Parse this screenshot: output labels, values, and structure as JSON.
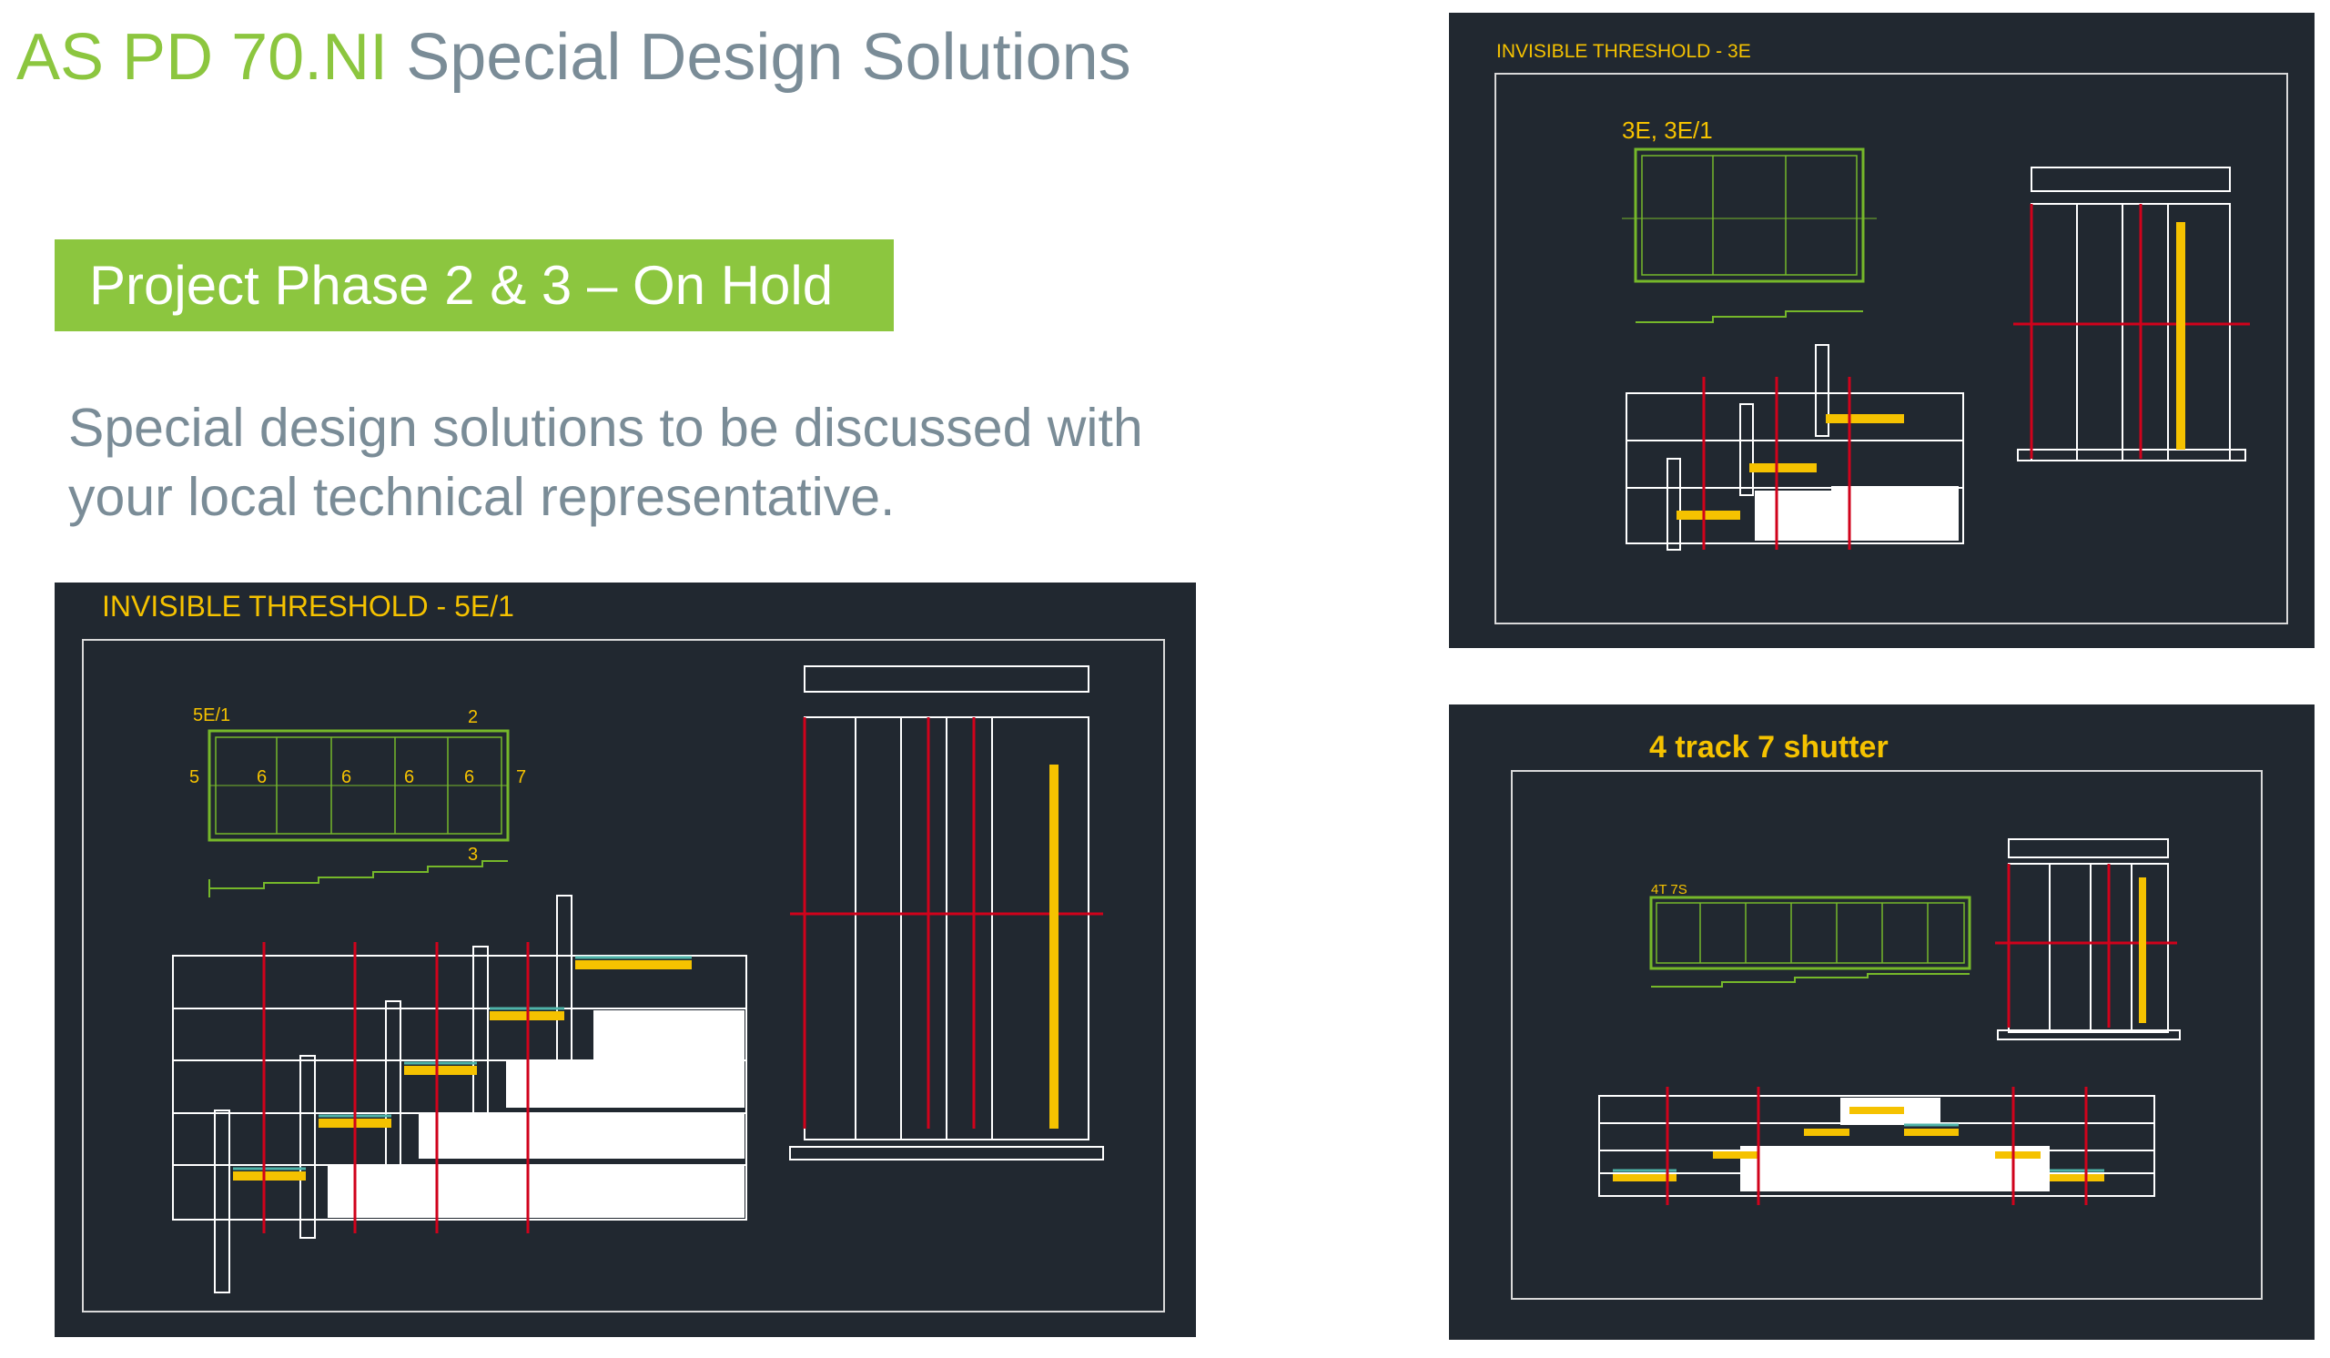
{
  "slide": {
    "title_brand": "AS PD 70.NI",
    "title_rest": "Special Design Solutions",
    "phase_banner": "Project Phase 2 & 3 – On Hold",
    "description_line1": "Special design solutions to be discussed with",
    "description_line2": "your local technical representative."
  },
  "drawings": [
    {
      "title": "INVISIBLE THRESHOLD - 5E/1",
      "type_label": "5E/1",
      "dimension_labels": [
        "2",
        "5",
        "6",
        "6",
        "6",
        "6",
        "7",
        "3"
      ]
    },
    {
      "title": "INVISIBLE THRESHOLD - 3E",
      "type_label": "3E, 3E/1"
    },
    {
      "title": "4 track 7 shutter",
      "type_label": "4T 7S"
    }
  ],
  "colors": {
    "brand_green": "#8cc63f",
    "slate_text": "#7a8c97",
    "cad_background": "#212830",
    "cad_yellow": "#f5c200",
    "cad_green": "#76b82a",
    "cad_red": "#d0021b"
  }
}
